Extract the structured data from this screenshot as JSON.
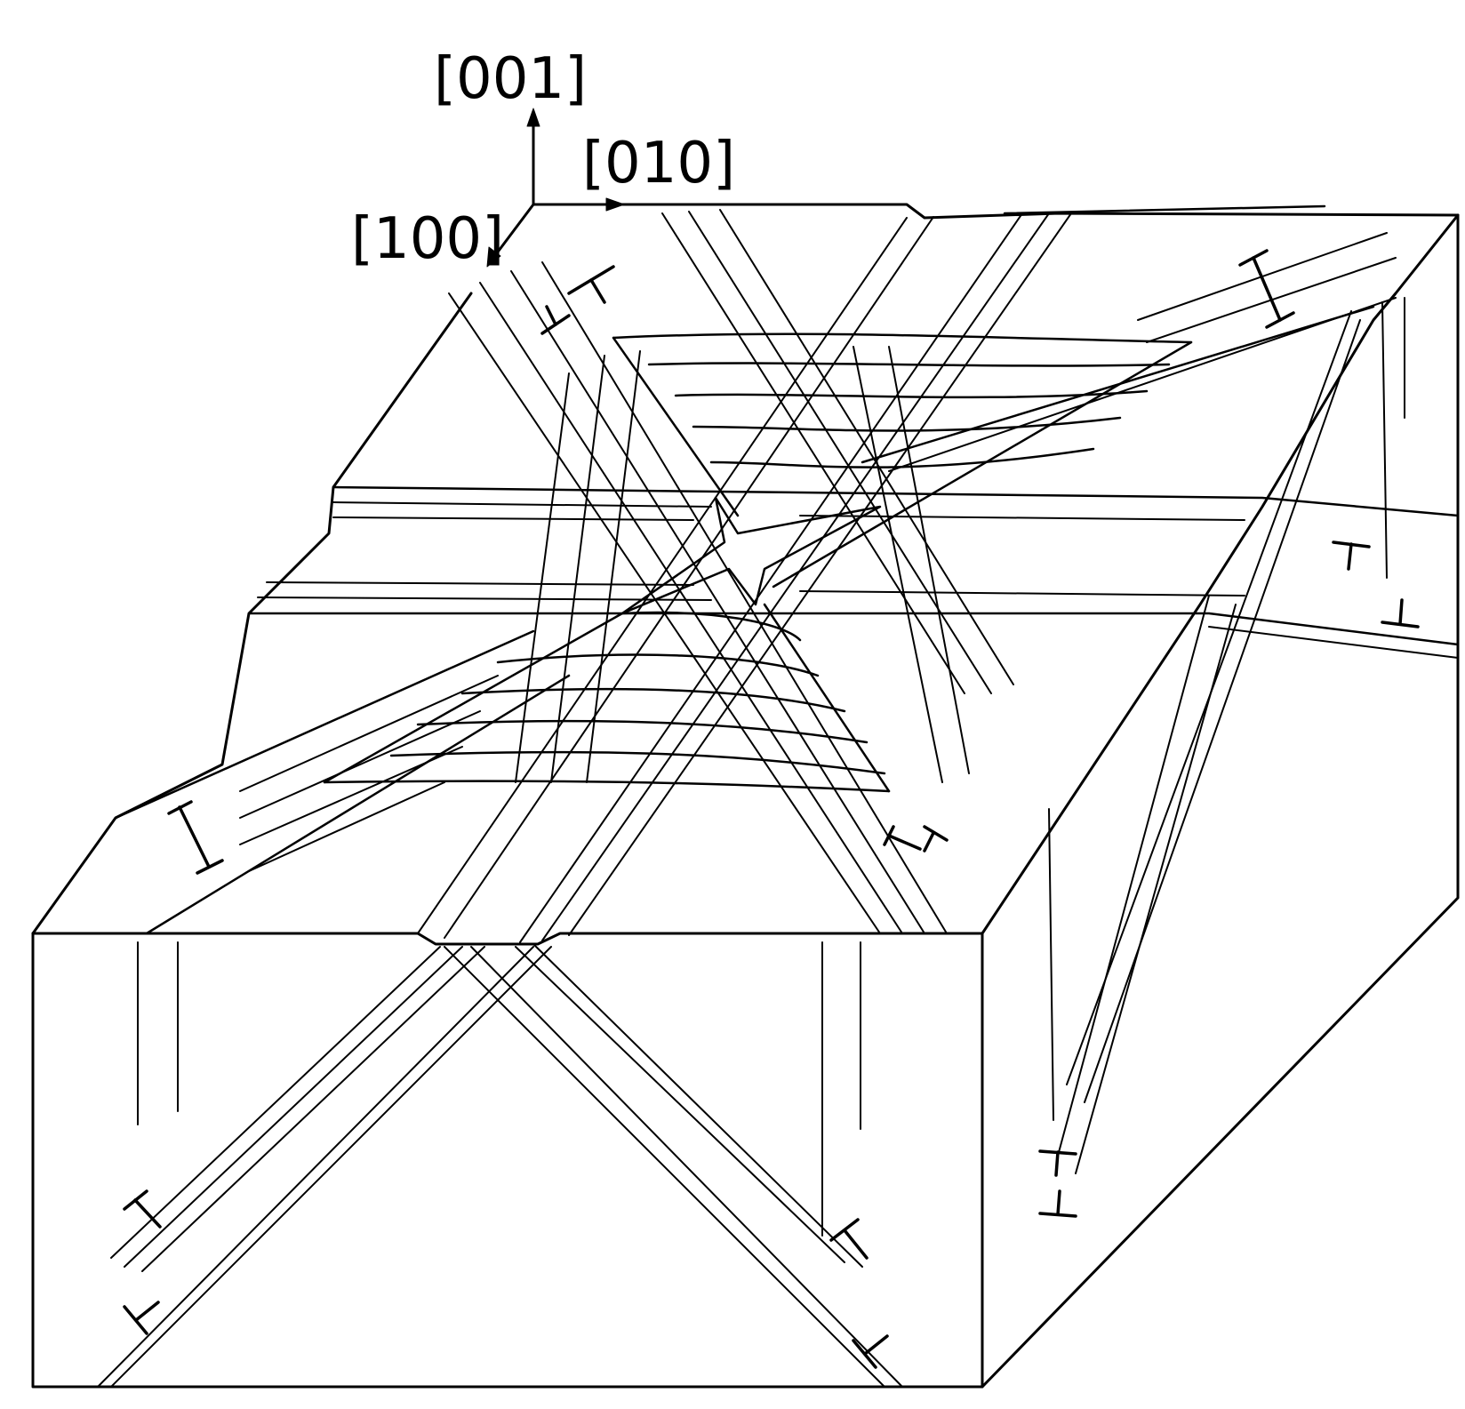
{
  "axes": {
    "z_label": "[001]",
    "y_label": "[010]",
    "x_label": "[100]"
  }
}
